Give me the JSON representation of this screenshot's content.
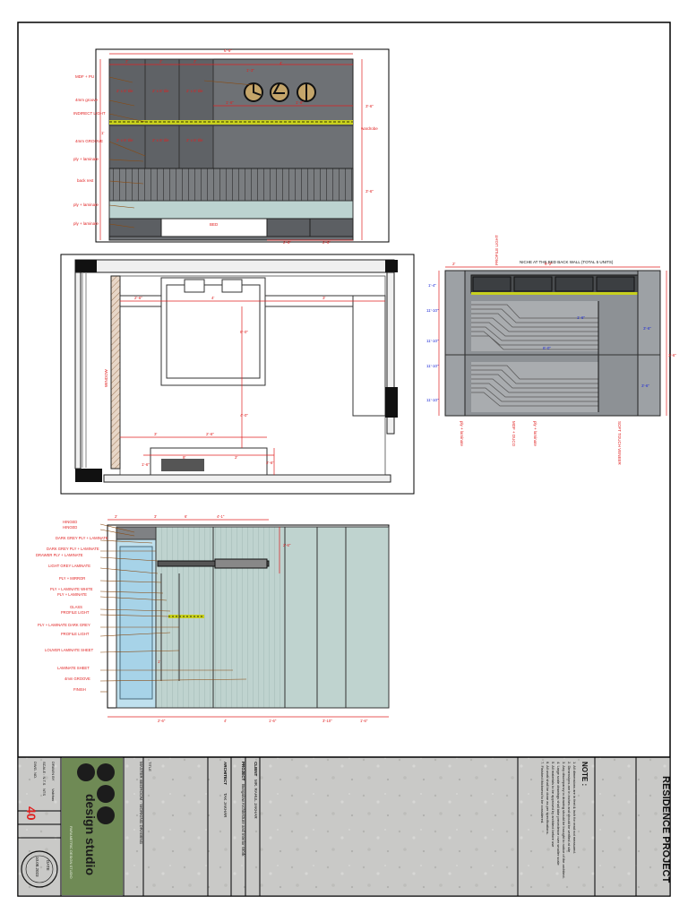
{
  "project_title": "RESIDENCE PROJECT",
  "notes": {
    "heading": "NOTE :",
    "items": [
      "1. All dimensions are in feet & inch for read not measured.",
      "2. Dimensions are in inches and should be verified at site",
      "3. Any discrepancy in drawing should be brought to notice of the architect.",
      "4. Large scale drawings shall take precedence over smaller scale",
      "5. All materials to be approved by architect before use",
      "6. All work shall be done as per specifications.",
      "7. Finished thickness to be considered."
    ]
  },
  "client": {
    "label": "CLIENT",
    "value": "MR. RAHUL JAKHAR"
  },
  "project": {
    "label": "PROJECT",
    "value": "Bungalow Architecture and Interior Work"
  },
  "architect": {
    "label": "ARCHITECT",
    "value": "TAK JAKHAR"
  },
  "title_block": {
    "label": "TITLE",
    "value": "MASTER BEDROOM - WORKING DRAWING"
  },
  "meta": {
    "drawn_by_label": "DRAWN BY",
    "drawn_by": "Vaibhav",
    "scale_label": "SCALE : N.T.S",
    "scale": "NTS",
    "dwg_label": "DWG. NO.",
    "dwg_no": "40"
  },
  "studio": {
    "name": "design studio",
    "tag": "PARAMETRIC DESIGN STUDIO"
  },
  "stamp": {
    "label": "DATE",
    "value": "10.08.2023"
  },
  "labels": {
    "wardrobe": "wardrobe",
    "bed": "BED",
    "window": "WINDOW",
    "indirect_light": "INDIRECT LIGHT",
    "profile_light": "PROFILE LIGHT",
    "top_title": "NICHE AT THE BED BACK WALL (TOTAL 5 UNITS)"
  },
  "elev1_labels": [
    "MDF + PU",
    "4mm groove",
    "INDIRECT LIGHT",
    "4mm GROOVE",
    "ply + laminate",
    "back rest",
    "ply + laminate",
    "ply + laminate"
  ],
  "elev1_panel_labels": [
    "2' x 6' tile",
    "2' x 6' tile",
    "2' x 6' tile",
    "2' x 6' tile",
    "2' x 6' tile",
    "2' x 6' tile"
  ],
  "elev1_dims": [
    "6'-9\"",
    "2'",
    "2'",
    "2'",
    "1'-3\"",
    "1'-6\"",
    "1'-6\"",
    "3'-6\"",
    "3'-6\"",
    "4'",
    "1'",
    "2'-6\"",
    "2'-6\""
  ],
  "plan_dims": [
    "2'-6\"",
    "4'",
    "3'",
    "6'-0\"",
    "4'-0\"",
    "3'",
    "2'-6\"",
    "8'",
    "2'",
    "1'-6\"",
    "2'-6\""
  ],
  "right_elev_dims": [
    "2'",
    "6'-2\"",
    "1'-4\"",
    "11'-10\"",
    "11'-10\"",
    "11'-10\"",
    "11'-10\"",
    "3'-6\"",
    "3'-6\"",
    "3'-6\"",
    "1'-6\"",
    "6'-0\""
  ],
  "right_elev_labels": [
    "PROFILE LIGHT",
    "ply + laminate",
    "MDF + DUCO",
    "ply + laminate",
    "SOFT TOUCH VENEER"
  ],
  "elev3_labels": [
    "HINGED",
    "HINGED",
    "DARK GREY PLY + LAMINATE",
    "DARK GREY PLY + LAMINATE",
    "DRAWER PLY + LAMINATE",
    "LIGHT GREY LAMINATE",
    "PLY + MIRROR",
    "PLY + LAMINATE WHITE",
    "PLY + LAMINATE",
    "GLASS",
    "PROFILE LIGHT",
    "PLY + LAMINATE DARK GREY",
    "PROFILE LIGHT",
    "LOUVER LAMINATE SHEET",
    "LAMINATE SHEET",
    "4mm GROOVE",
    "FINISH"
  ],
  "elev3_dims": [
    "2'",
    "3'",
    "6'",
    "4'-1\"",
    "2'-6\"",
    "1'",
    "2'-6\"",
    "4'",
    "1'-6\"",
    "3'-10\"",
    "1'-6\""
  ]
}
